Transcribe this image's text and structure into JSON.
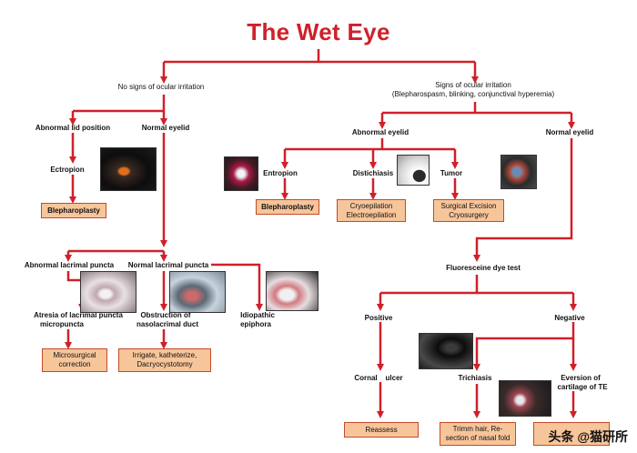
{
  "title": "The Wet Eye",
  "branches": {
    "no_signs": "No signs of ocular irritation",
    "signs": "Signs of ocular irritation",
    "signs_detail": "(Blepharospasm, blinking, conjunctival hyperemia)"
  },
  "left": {
    "abnormal_lid": "Abnormal lid position",
    "normal_eyelid": "Normal eyelid",
    "ectropion": "Ectropion",
    "blepharoplasty": "Blepharoplasty",
    "abnormal_puncta": "Abnormal lacrimal puncta",
    "normal_puncta": "Normal lacrimal puncta",
    "atresia_1": "Atresia of lacrimal puncta",
    "atresia_2": "micropuncta",
    "obstruction_1": "Obstruction of",
    "obstruction_2": "nasolacrimal duct",
    "idiopathic_1": "Idiopathic",
    "idiopathic_2": "epiphora",
    "microsurgical_1": "Microsurgical",
    "microsurgical_2": "correction",
    "irrigate_1": "Irrigate, katheterize,",
    "irrigate_2": "Dacryocystotomy"
  },
  "right": {
    "abnormal_eyelid": "Abnormal eyelid",
    "normal_eyelid": "Normal eyelid",
    "entropion": "Entropion",
    "distichiasis": "Distichiasis",
    "tumor": "Tumor",
    "blepharoplasty": "Blepharoplasty",
    "cryo_1": "Cryoepilation",
    "cryo_2": "Electroepilation",
    "excision_1": "Surgical Excision",
    "excision_2": "Cryosurgery",
    "fluorescein": "Fluoresceine dye test",
    "positive": "Positive",
    "negative": "Negative",
    "corneal_ulcer": "Cornal    ulcer",
    "trichiasis": "Trichiasis",
    "eversion_1": "Eversion of",
    "eversion_2": "cartilage of TE",
    "reassess": "Reassess",
    "trimm_1": "Trimm hair, Re-",
    "trimm_2": "section of nasal fold"
  },
  "watermark": "头条 @猫研所",
  "colors": {
    "arrow": "#d0202a",
    "box_fill": "#f7c59a",
    "box_border": "#c44a2a",
    "title": "#d0202a"
  }
}
